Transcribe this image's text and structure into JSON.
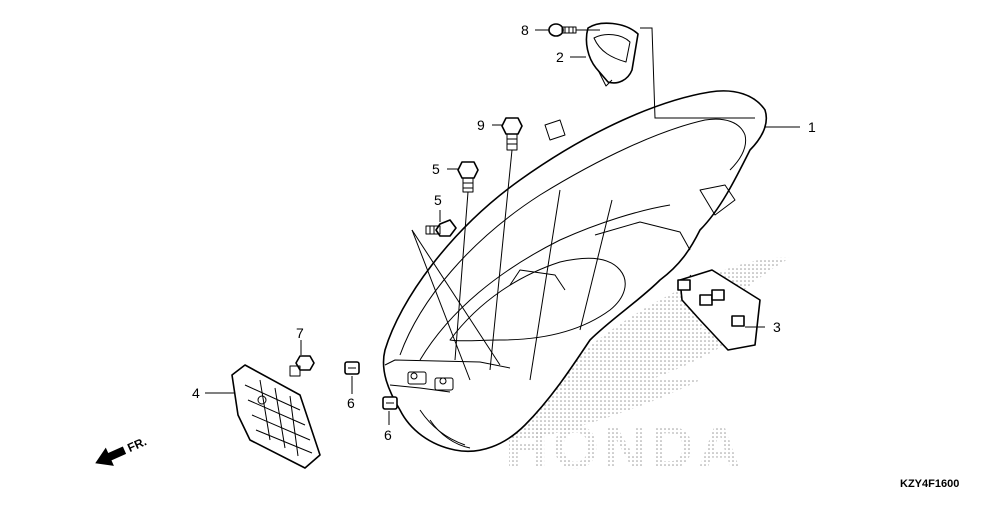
{
  "diagram": {
    "reference_code": "KZY4F1600",
    "direction_label": "FR.",
    "watermark_text": "HONDA",
    "callouts": {
      "c1": "1",
      "c2": "2",
      "c3": "3",
      "c4": "4",
      "c5a": "5",
      "c5b": "5",
      "c6a": "6",
      "c6b": "6",
      "c7": "7",
      "c8": "8",
      "c9": "9"
    }
  }
}
